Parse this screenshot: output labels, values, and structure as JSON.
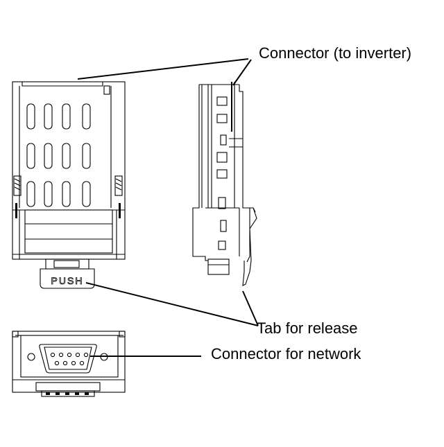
{
  "labels": {
    "connector_inverter": "Connector (to inverter)",
    "tab_release": "Tab for release",
    "connector_network": "Connector for network",
    "push": "PUSH"
  },
  "colors": {
    "line": "#000000",
    "background": "#ffffff"
  }
}
